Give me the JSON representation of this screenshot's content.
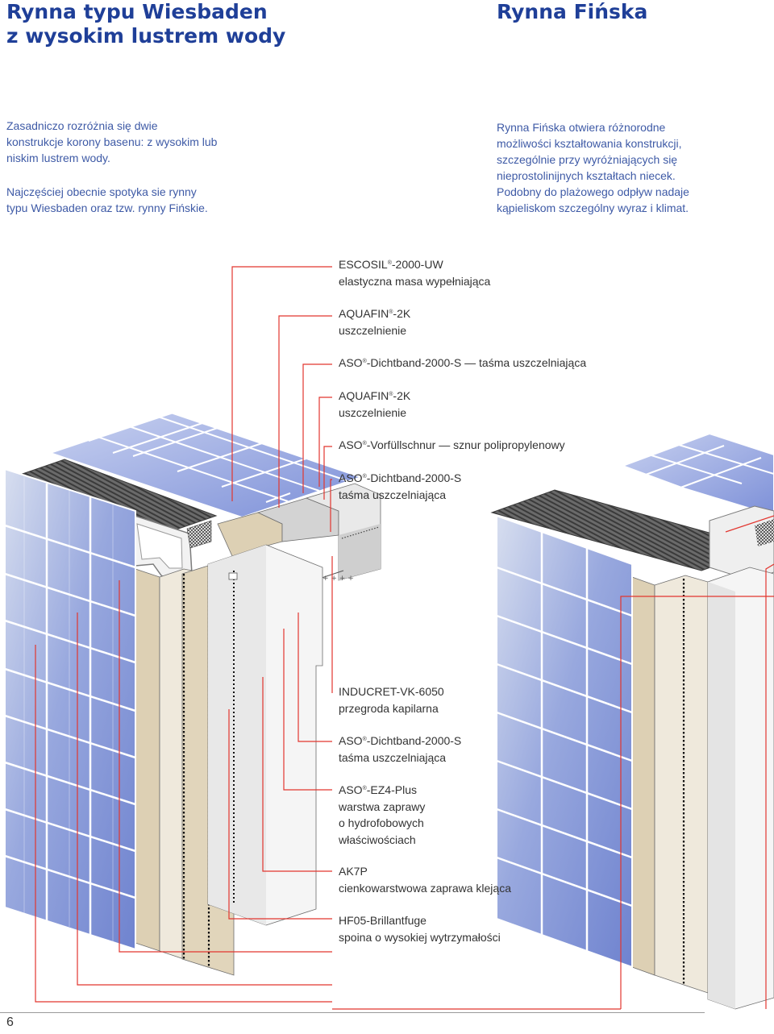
{
  "left_title": [
    "Rynna typu Wiesbaden",
    "z wysokim lustrem wody"
  ],
  "right_title": "Rynna Fińska",
  "left_intro": [
    "Zasadniczo rozróżnia się dwie konstrukcje korony basenu: z wysokim lub niskim lustrem wody.",
    "Najczęściej obecnie spotyka sie rynny typu Wiesbaden oraz tzw. rynny Fińskie."
  ],
  "right_intro": "Rynna Fińska otwiera różnorodne możliwości kształtowania konstrukcji, szczególnie przy wyróżniających się nieprostolinijnych kształtach niecek. Podobny do plażowego odpływ nadaje kąpieliskom szczególny wyraz i klimat.",
  "labels": [
    {
      "name": "ESCOSIL",
      "sup": "®",
      "rest": "-2000-UW",
      "lines": [
        "elastyczna masa wypełniająca"
      ]
    },
    {
      "name": "AQUAFIN",
      "sup": "®",
      "rest": "-2K",
      "lines": [
        "uszczelnienie"
      ]
    },
    {
      "name": "ASO",
      "sup": "®",
      "rest": "-Dichtband-2000-S — taśma uszczelniająca",
      "lines": []
    },
    {
      "name": "AQUAFIN",
      "sup": "®",
      "rest": "-2K",
      "lines": [
        "uszczelnienie"
      ]
    },
    {
      "name": "ASO",
      "sup": "®",
      "rest": "-Vorfüllschnur — sznur polipropylenowy",
      "lines": []
    },
    {
      "name": "ASO",
      "sup": "®",
      "rest": "-Dichtband-2000-S",
      "lines": [
        "taśma uszczelniająca"
      ]
    },
    {
      "name": "INDUCRET-VK-6050",
      "sup": "",
      "rest": "",
      "lines": [
        "przegroda kapilarna"
      ]
    },
    {
      "name": "ASO",
      "sup": "®",
      "rest": "-Dichtband-2000-S",
      "lines": [
        "taśma uszczelniająca"
      ]
    },
    {
      "name": "ASO",
      "sup": "®",
      "rest": "-EZ4-Plus",
      "lines": [
        "warstwa zaprawy",
        "o hydrofobowych",
        "właściwościach"
      ]
    },
    {
      "name": "AK7P",
      "sup": "",
      "rest": "",
      "lines": [
        "cienkowarstwowa zaprawa klejąca"
      ]
    },
    {
      "name": "HF05-Brillantfuge",
      "sup": "",
      "rest": "",
      "lines": [
        "spoina o wysokiej wytrzymałości"
      ]
    }
  ],
  "page_number": "6",
  "colors": {
    "title": "#1f3f98",
    "body": "#3e5aa6",
    "leader": "#e2362f",
    "tile": "#8b9fe0",
    "sand": "#ddd0b4"
  }
}
